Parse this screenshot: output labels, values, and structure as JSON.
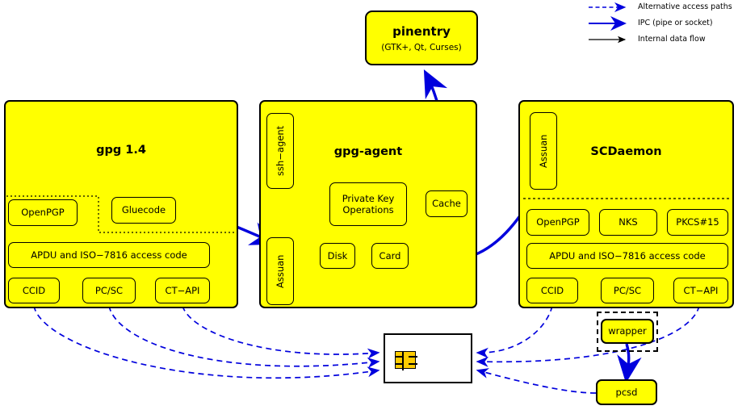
{
  "legend": {
    "items": [
      {
        "label": "Alternative access paths",
        "style": "dashed-blue",
        "color": "#0000dd"
      },
      {
        "label": "IPC (pipe or socket)",
        "style": "solid-blue-thick",
        "color": "#0000dd"
      },
      {
        "label": "Internal data flow",
        "style": "solid-black",
        "color": "#000000"
      }
    ]
  },
  "pinentry": {
    "title": "pinentry",
    "subtitle": "(GTK+, Qt, Curses)"
  },
  "panels": {
    "gpg": {
      "title": "gpg 1.4",
      "nodes": {
        "openpgp": "OpenPGP",
        "gluecode": "Gluecode",
        "apdu": "APDU and ISO−7816 access code",
        "ccid": "CCID",
        "pcsc": "PC/SC",
        "ctapi": "CT−API"
      }
    },
    "agent": {
      "title": "gpg-agent",
      "nodes": {
        "ssh_agent": "ssh−agent",
        "assuan": "Assuan",
        "private_key_line1": "Private Key",
        "private_key_line2": "Operations",
        "cache": "Cache",
        "disk": "Disk",
        "card": "Card"
      }
    },
    "scdaemon": {
      "title": "SCDaemon",
      "nodes": {
        "assuan": "Assuan",
        "openpgp": "OpenPGP",
        "nks": "NKS",
        "pkcs15": "PKCS#15",
        "apdu": "APDU and ISO−7816 access code",
        "ccid": "CCID",
        "pcsc": "PC/SC",
        "ctapi": "CT−API"
      }
    }
  },
  "wrapper": {
    "label": "wrapper"
  },
  "pcsd": {
    "label": "pcsd"
  },
  "smartcard": {
    "label": "smartcard"
  },
  "colors": {
    "fill": "#ffff00",
    "ipc": "#0000dd",
    "alt": "#0000dd",
    "internal": "#000000",
    "chip": "#ffcc00",
    "card_fill": "#ffffff"
  }
}
